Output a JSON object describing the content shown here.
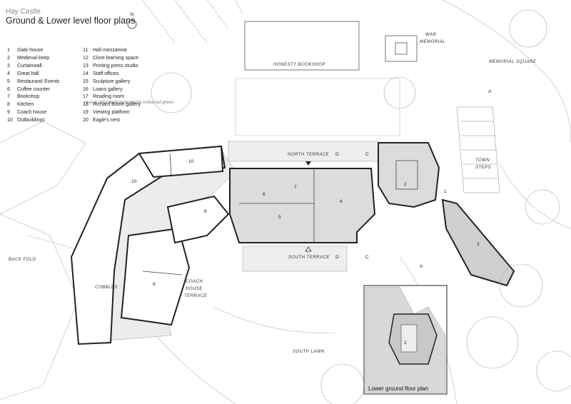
{
  "header": {
    "subtitle": "Hay Castle",
    "title": "Ground & Lower level floor plans",
    "note": "new & refurbished elements coloured green"
  },
  "north_symbol": "N",
  "legend": {
    "col1": [
      {
        "n": "1",
        "label": "Gate house"
      },
      {
        "n": "2",
        "label": "Medieval keep"
      },
      {
        "n": "3",
        "label": "Curtainwall"
      },
      {
        "n": "4",
        "label": "Great hall"
      },
      {
        "n": "5",
        "label": "Restaurant/ Events"
      },
      {
        "n": "6",
        "label": "Coffee counter"
      },
      {
        "n": "7",
        "label": "Bookshop"
      },
      {
        "n": "8",
        "label": "Kitchen"
      },
      {
        "n": "9",
        "label": "Coach house"
      },
      {
        "n": "10",
        "label": "Outbuildings"
      }
    ],
    "col2": [
      {
        "n": "11",
        "label": "Hall mezzanine"
      },
      {
        "n": "12",
        "label": "Clore learning space"
      },
      {
        "n": "13",
        "label": "Printing press studio"
      },
      {
        "n": "14",
        "label": "Staff offices"
      },
      {
        "n": "15",
        "label": "Sculpture gallery"
      },
      {
        "n": "16",
        "label": "Loans gallery"
      },
      {
        "n": "17",
        "label": "Reading room"
      },
      {
        "n": "18",
        "label": "Richard Booth gallery"
      },
      {
        "n": "19",
        "label": "Viewing platform"
      },
      {
        "n": "20",
        "label": "Eagle's nest"
      }
    ]
  },
  "place_labels": {
    "honesty_bookshop": "HONESTY BOOKSHOP",
    "war_memorial_1": "WAR",
    "war_memorial_2": "MEMORIAL",
    "memorial_square": "MEMORIAL SQUARE",
    "north_terrace": "NORTH TERRACE",
    "south_terrace": "SOUTH TERRACE",
    "town_steps_1": "TOWN",
    "town_steps_2": "STEPS",
    "back_fold": "BACK FOLD",
    "cobbles": "COBBLES",
    "coach_house_terrace_1": "COACH",
    "coach_house_terrace_2": "HOUSE",
    "coach_house_terrace_3": "TERRACE",
    "south_lawn": "SOUTH LAWN"
  },
  "section_markers": {
    "a": "A",
    "c": "C",
    "d": "D"
  },
  "room_numbers": {
    "r1": "1",
    "r2": "2",
    "r3": "3",
    "r4": "4",
    "r5": "5",
    "r6": "6",
    "r7": "7",
    "r8": "8",
    "r9": "9",
    "r10a": "10",
    "r10b": "10",
    "inset2": "2"
  },
  "inset": {
    "caption": "Lower ground floor plan"
  }
}
